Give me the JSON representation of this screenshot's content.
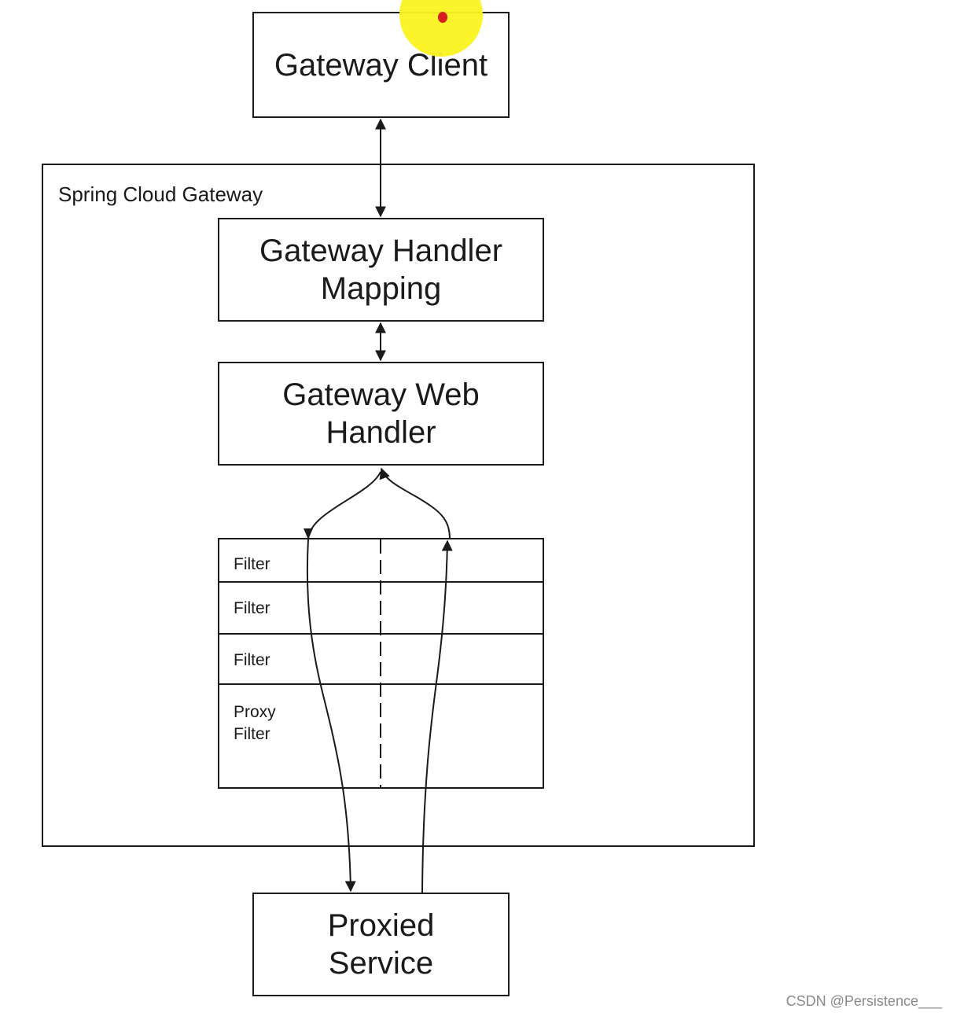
{
  "diagram": {
    "client": {
      "label": "Gateway Client"
    },
    "container": {
      "label": "Spring Cloud Gateway"
    },
    "handler_mapping": {
      "label": "Gateway Handler\nMapping"
    },
    "web_handler": {
      "label": "Gateway Web\nHandler"
    },
    "filter_chain": {
      "filters": [
        {
          "label": "Filter"
        },
        {
          "label": "Filter"
        },
        {
          "label": "Filter"
        },
        {
          "label": "Proxy\nFilter"
        }
      ]
    },
    "proxied_service": {
      "label": "Proxied\nService"
    }
  },
  "overlay": {
    "pointer_color": "#fbf31f",
    "pointer_dot_color": "#d81f1f"
  },
  "watermark": {
    "text": "CSDN @Persistence___"
  }
}
